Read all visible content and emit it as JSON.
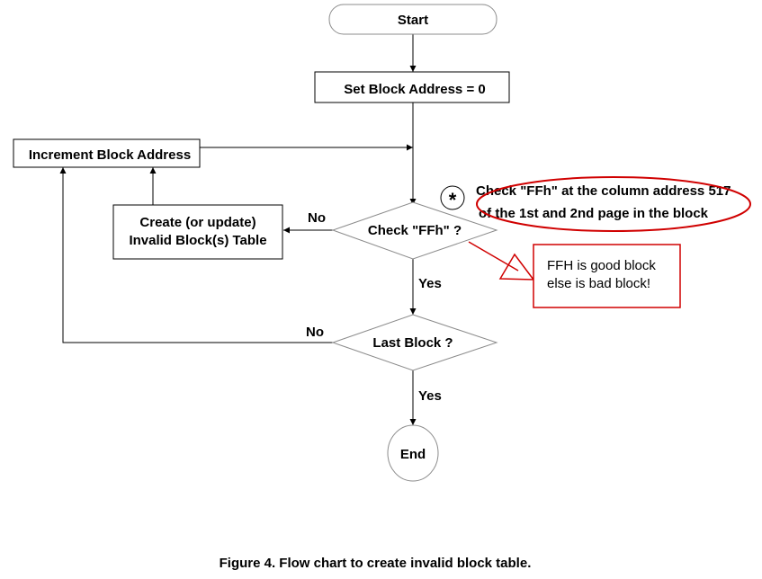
{
  "nodes": {
    "start": "Start",
    "set_block": "Set Block Address = 0",
    "increment": "Increment Block Address",
    "create_table": [
      "Create (or update)",
      "Invalid Block(s) Table"
    ],
    "check_ffh": "Check \"FFh\" ?",
    "last_block": "Last Block ?",
    "end": "End"
  },
  "edges": {
    "check_no": "No",
    "check_yes": "Yes",
    "last_no": "No",
    "last_yes": "Yes"
  },
  "annotation": {
    "marker": "*",
    "line1": "Check \"FFh\" at the column address 517",
    "line2": "of the 1st and 2nd page in the block"
  },
  "callout": {
    "line1": "FFH is good block",
    "line2": "else is bad block!"
  },
  "caption": "Figure 4. Flow chart to create invalid block table.",
  "colors": {
    "line": "#000000",
    "node_border": "#000000",
    "terminal_border": "#8c8c8c",
    "highlight": "#d00000"
  }
}
